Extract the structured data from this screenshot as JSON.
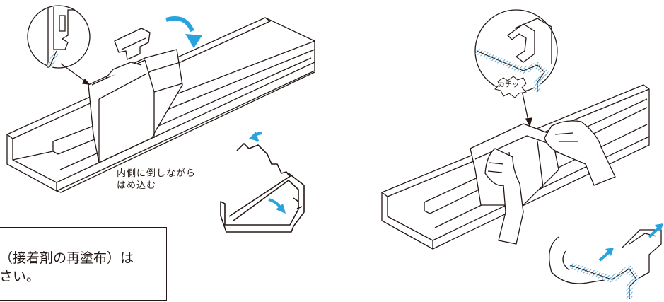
{
  "labels": {
    "instruction_line1": "内側に倒しながら",
    "instruction_line2": "はめ込む",
    "click_sound": "カチッ"
  },
  "note": {
    "line1": "（接着剤の再塗布）は",
    "line2": "さい。"
  },
  "colors": {
    "line": "#231815",
    "arrow": "#29a3dd",
    "hatch": "#6aaed6"
  },
  "icons": [
    "rotate-arrow-icon",
    "push-arrow-icon",
    "magnifier-callout-icon"
  ]
}
